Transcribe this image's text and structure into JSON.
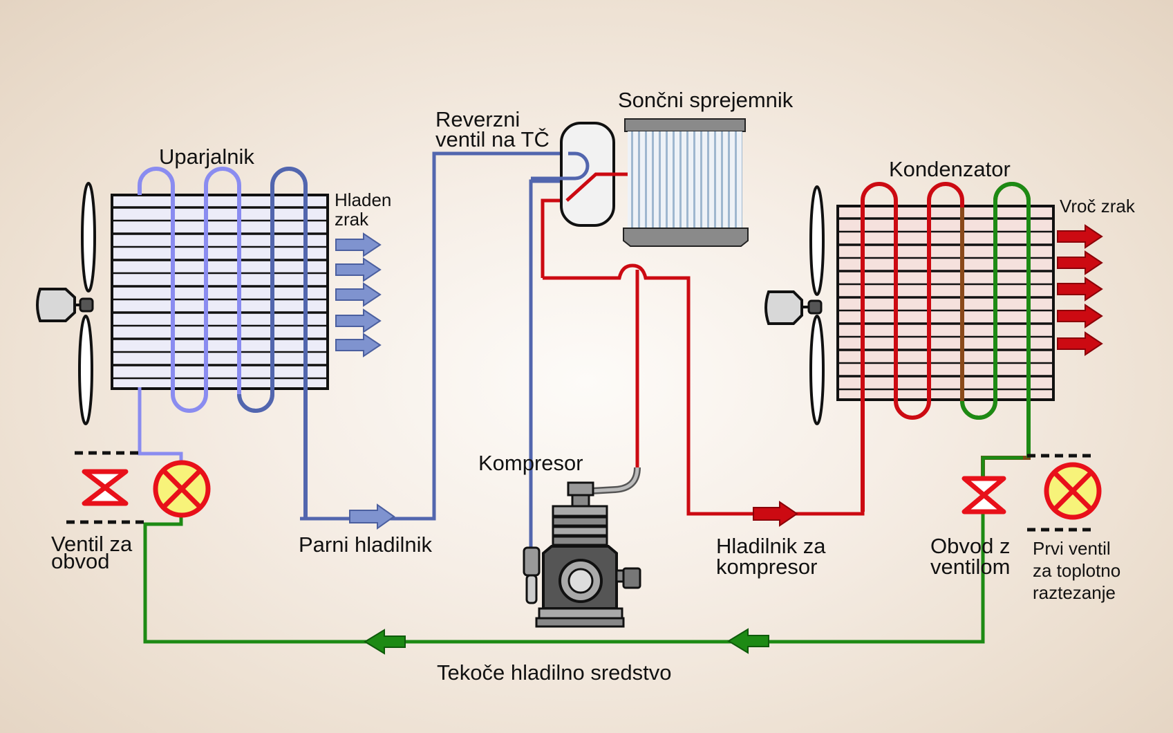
{
  "labels": {
    "evaporator": "Uparjalnik",
    "cold_air_1": "Hladen",
    "cold_air_2": "zrak",
    "reversing_valve_1": "Reverzni",
    "reversing_valve_2": "ventil na TČ",
    "solar_collector": "Sončni sprejemnik",
    "condenser": "Kondenzator",
    "hot_air": "Vroč zrak",
    "compressor": "Kompresor",
    "vapor_cooler": "Parni hladilnik",
    "compressor_cooler_1": "Hladilnik za",
    "compressor_cooler_2": "kompresor",
    "bypass_valve_1": "Ventil za",
    "bypass_valve_2": "obvod",
    "valve_bypass_1": "Obvod z",
    "valve_bypass_2": "ventilom",
    "expansion_valve_1": "Prvi ventil",
    "expansion_valve_2": "za toplotno",
    "expansion_valve_3": "raztezanje",
    "liquid_refrigerant": "Tekoče hladilno sredstvo"
  },
  "colors": {
    "cold_pipe": "#5266ae",
    "cold_coil": "#8a8cf0",
    "hot_pipe": "#cc0a12",
    "liquid_pipe": "#1d8a14",
    "valve_fill": "#f7f37a",
    "valve_stroke": "#e8101a"
  }
}
